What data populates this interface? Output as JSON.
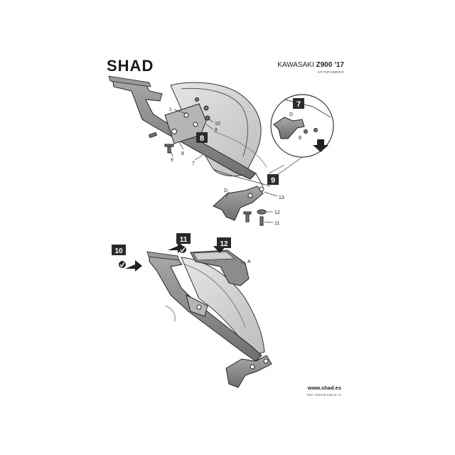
{
  "brand": {
    "logo_text": "SHAD"
  },
  "header": {
    "model_prefix": "KAWASAKI",
    "model": "Z900 ’17",
    "kit_code": "KIT TOP K0Z97ST"
  },
  "steps": {
    "s7": "7",
    "s8": "8",
    "s9": "9",
    "s10": "10",
    "s11": "11",
    "s12": "12"
  },
  "callouts": {
    "c1": "1",
    "c10": "10",
    "c8a": "8",
    "c8b": "8",
    "c9": "9",
    "c7": "7",
    "c13": "13",
    "c12": "12",
    "c11": "11",
    "cD1": "D",
    "cD2": "D",
    "cE": "E",
    "cA": "A"
  },
  "footer": {
    "website": "www.shad.es",
    "ref": "REF. 50047B Edición 1ª"
  },
  "colors": {
    "ink": "#2a2a2a",
    "badge": "#2b2b2b",
    "part_fill": "#8c8c8c",
    "light_fill": "#cfcfcf"
  }
}
